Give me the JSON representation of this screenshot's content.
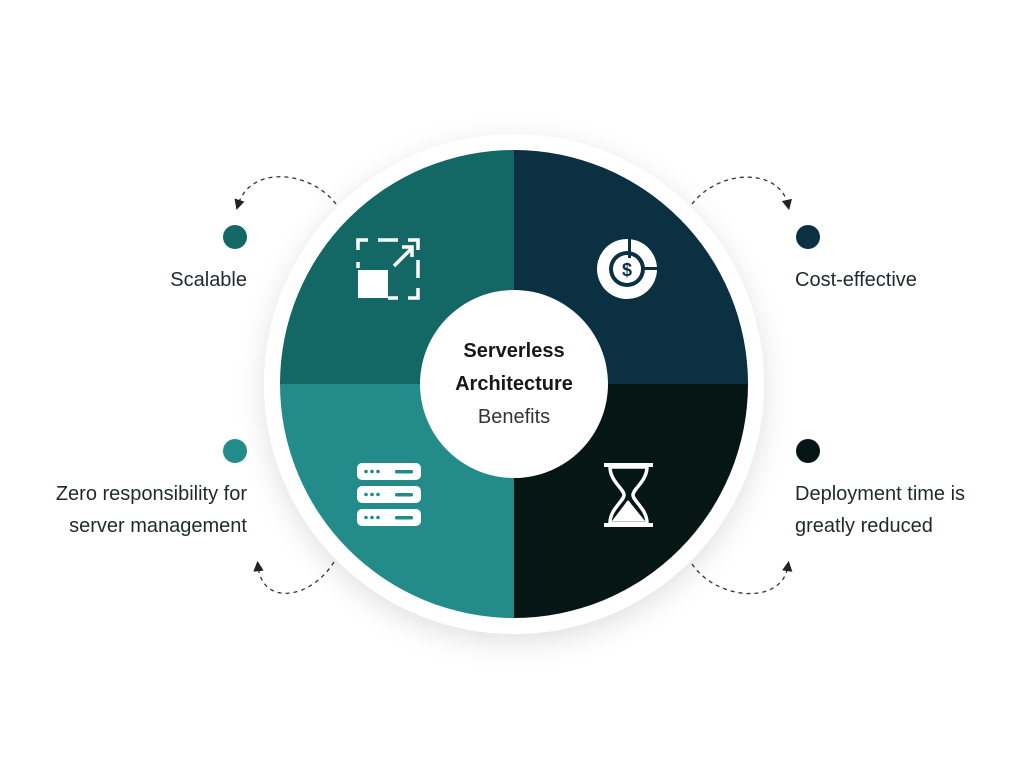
{
  "center": {
    "line1": "Serverless",
    "line2": "Architecture",
    "line3": "Benefits"
  },
  "benefits": [
    {
      "label": "Scalable",
      "icon": "resize-icon",
      "color": "#136765"
    },
    {
      "label": "Cost-effective",
      "icon": "dollar-chart-icon",
      "color": "#0b3042"
    },
    {
      "label_line1": "Zero responsibility for",
      "label_line2": "server management",
      "icon": "server-icon",
      "color": "#238b89"
    },
    {
      "label_line1": "Deployment time is",
      "label_line2": "greatly reduced",
      "icon": "hourglass-icon",
      "color": "#061614"
    }
  ]
}
